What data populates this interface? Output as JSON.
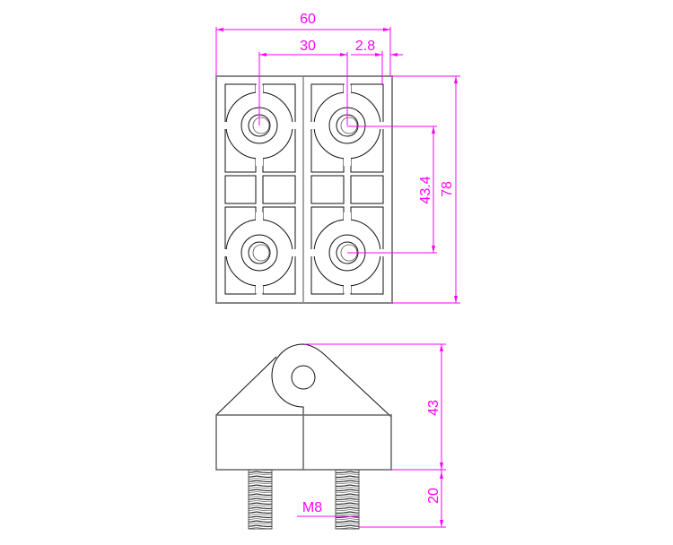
{
  "top_view": {
    "dimensions": {
      "width_total": "60",
      "hole_spacing_x": "30",
      "edge_offset": "2.8",
      "hole_spacing_y": "43.4",
      "height_total": "78"
    }
  },
  "side_view": {
    "dimensions": {
      "body_height": "43",
      "bolt_length": "20",
      "thread": "M8"
    }
  },
  "colors": {
    "dimension": "#ff00ff",
    "outline": "#111111",
    "frame": "#888888"
  }
}
